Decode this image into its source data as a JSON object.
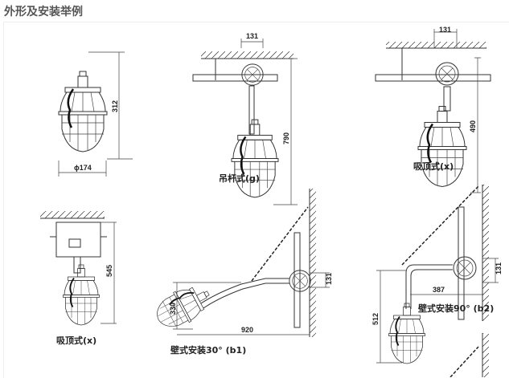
{
  "title": "外形及安装举例",
  "figures": [
    {
      "label": "",
      "dims": {
        "height": "312",
        "diameter": "ϕ174"
      }
    },
    {
      "label": "吊杆式(g)",
      "dims": {
        "width": "131",
        "height": "790"
      }
    },
    {
      "label": "吸顶式(x)",
      "dims": {
        "width": "131",
        "height": "490"
      }
    },
    {
      "label": "吸顶式(x)",
      "dims": {
        "height": "545"
      }
    },
    {
      "label": "壁式安装30° (b1)",
      "dims": {
        "height": "330",
        "length": "920",
        "box": "131"
      }
    },
    {
      "label": "壁式安装90° (b2)",
      "dims": {
        "height": "512",
        "length": "387",
        "box": "131"
      }
    }
  ]
}
